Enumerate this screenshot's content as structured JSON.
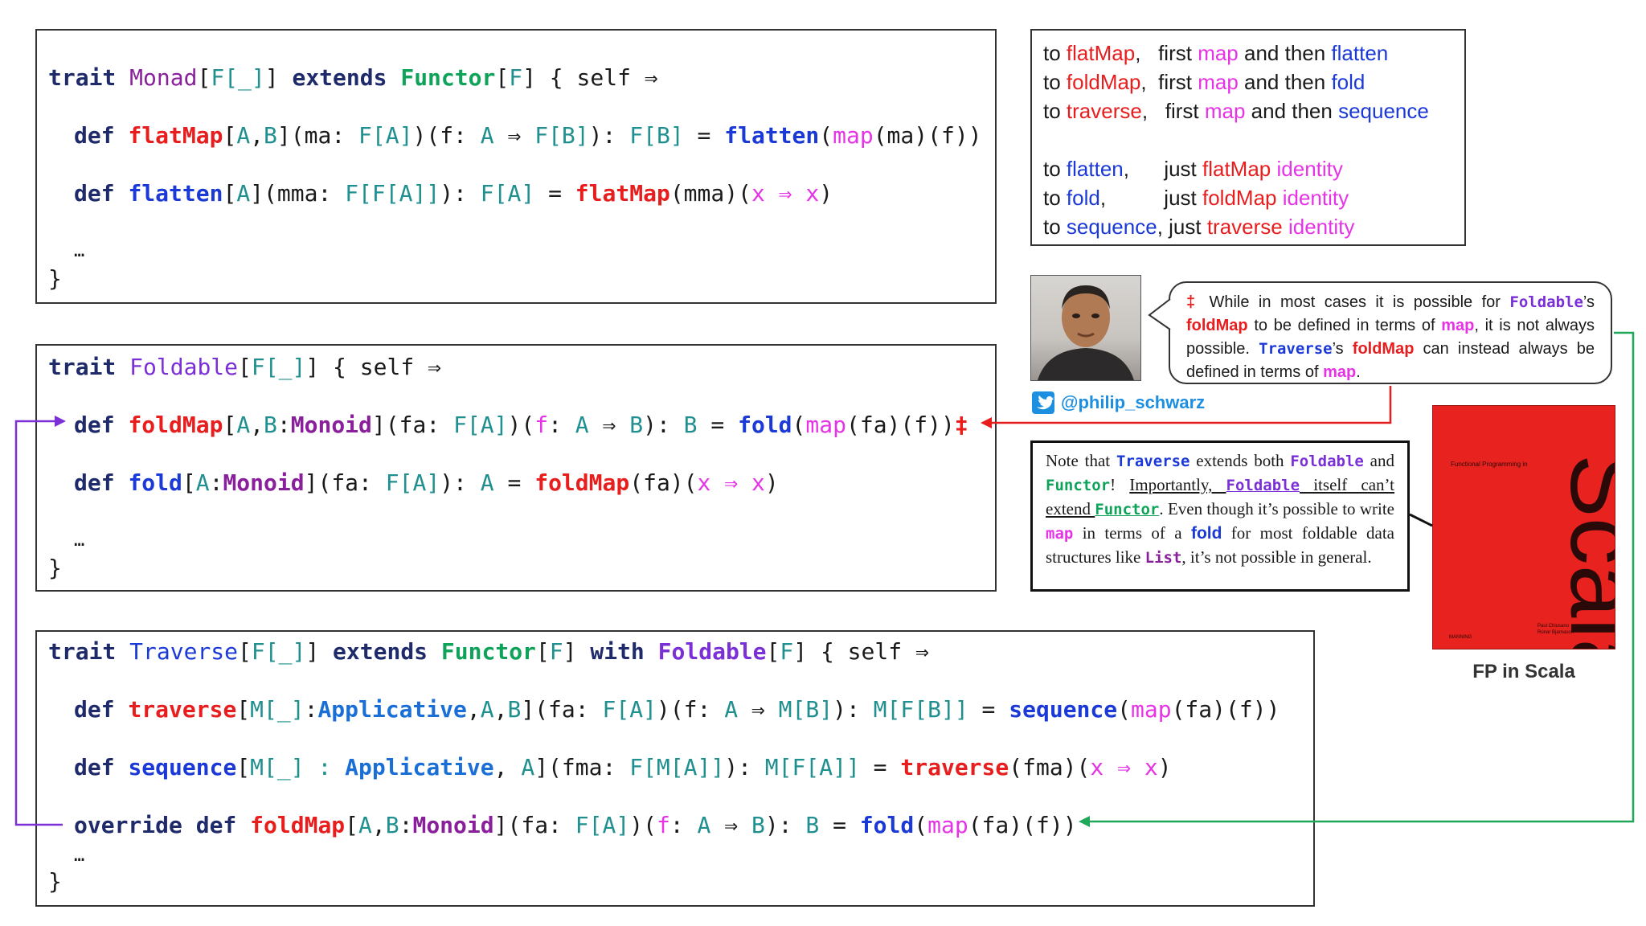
{
  "monad": {
    "l1": [
      "trait",
      "Monad",
      "[",
      "F[_]",
      "] ",
      "extends",
      "Functor",
      "[",
      "F",
      "] { self ⇒"
    ],
    "l2": [
      "def",
      "flatMap",
      "[",
      "A",
      ",",
      "B",
      "](ma: ",
      "F[A]",
      ")(f: ",
      "A",
      " ⇒ ",
      "F[B]",
      "): ",
      "F[B]",
      " = ",
      "flatten",
      "(",
      "map",
      "(ma)(f))"
    ],
    "l3": [
      "def",
      "flatten",
      "[",
      "A",
      "](mma: ",
      "F[F[A]]",
      "): ",
      "F[A]",
      " = ",
      "flatMap",
      "(mma)(",
      "x",
      " ⇒ ",
      "x",
      ")"
    ],
    "ellipsis": "…",
    "close": "}"
  },
  "foldable": {
    "l1": [
      "trait",
      "Foldable",
      "[",
      "F[_]",
      "] { self ⇒"
    ],
    "l2": [
      "def",
      "foldMap",
      "[",
      "A",
      ",",
      "B",
      ":",
      "Monoid",
      "](fa: ",
      "F[A]",
      ")(",
      "f",
      ": ",
      "A",
      " ⇒ ",
      "B",
      "): ",
      "B",
      " = ",
      "fold",
      "(",
      "map",
      "(fa)(f))",
      "‡"
    ],
    "l3": [
      "def",
      "fold",
      "[",
      "A",
      ":",
      "Monoid",
      "](fa: ",
      "F[A]",
      "): ",
      "A",
      " = ",
      "foldMap",
      "(fa)(",
      "x",
      " ⇒ ",
      "x",
      ")"
    ],
    "ellipsis": "…",
    "close": "}"
  },
  "traverse": {
    "l1": [
      "trait",
      "Traverse",
      "[",
      "F[_]",
      "] ",
      "extends",
      "Functor",
      "[",
      "F",
      "] ",
      "with",
      "Foldable",
      "[",
      "F",
      "] { self ⇒"
    ],
    "l2": [
      "def",
      "traverse",
      "[",
      "M[_]",
      ":",
      "Applicative",
      ",",
      "A",
      ",",
      "B",
      "](fa: ",
      "F[A]",
      ")(f: ",
      "A",
      " ⇒ ",
      "M[B]",
      "): ",
      "M[F[B]]",
      " = ",
      "sequence",
      "(",
      "map",
      "(fa)(f))"
    ],
    "l3": [
      "def",
      "sequence",
      "[",
      "M[_] : ",
      "Applicative",
      ", ",
      "A",
      "](fma: ",
      "F[M[A]]",
      "): ",
      "M[F[A]]",
      " = ",
      "traverse",
      "(fma)(",
      "x",
      " ⇒ ",
      "x",
      ")"
    ],
    "l4": [
      "override def",
      "foldMap",
      "[",
      "A",
      ",",
      "B",
      ":",
      "Monoid",
      "](fa: ",
      "F[A]",
      ")(",
      "f",
      ": ",
      "A",
      " ⇒ ",
      "B",
      "): ",
      "B",
      " = ",
      "fold",
      "(",
      "map",
      "(fa)(f))"
    ],
    "ellipsis": "…",
    "close": "}"
  },
  "summary": {
    "r1": [
      "to ",
      "flatMap",
      ",   first ",
      "map",
      " and then ",
      "flatten"
    ],
    "r2": [
      "to ",
      "foldMap",
      ",  first ",
      "map",
      " and then ",
      "fold"
    ],
    "r3": [
      "to ",
      "traverse",
      ",   first ",
      "map",
      " and then ",
      "sequence"
    ],
    "r4": [
      "to ",
      "flatten",
      ",      just ",
      "flatMap",
      " ",
      "identity"
    ],
    "r5": [
      "to ",
      "fold",
      ",          just ",
      "foldMap",
      " ",
      "identity"
    ],
    "r6": [
      "to ",
      "sequence",
      ", just ",
      "traverse",
      " ",
      "identity"
    ]
  },
  "speech": {
    "parts": [
      "‡ ",
      "While in most cases it is possible for ",
      "Foldable",
      "’s ",
      "foldMap",
      " to be defined in terms of ",
      "map",
      ", it is not always possible. ",
      "Traverse",
      "’s ",
      "foldMap",
      " can instead always be defined in terms of ",
      "map",
      "."
    ]
  },
  "author": {
    "handle": "@philip_schwarz"
  },
  "note": {
    "parts": [
      "Note that ",
      "Traverse",
      "  extends both ",
      "Foldable",
      " and ",
      "Functor",
      "! ",
      "Importantly, ",
      "Foldable",
      " itself can’t extend ",
      "Functor",
      ". Even though it’s possible to write ",
      "map",
      " in terms of a ",
      "fold",
      " for most foldable data structures like ",
      "List",
      ", it’s not possible in general."
    ]
  },
  "book": {
    "title": "Scala",
    "subtitle": "Functional Programming in",
    "authors": [
      "Paul Chiusano",
      "Rúnar Bjarnason"
    ],
    "publisher": "MANNING",
    "caption": "FP in Scala"
  },
  "colors": {
    "arrow_red": "#e81d1d",
    "arrow_green": "#1fa85a",
    "arrow_purple": "#7b2fd6",
    "book_red": "#e8221e"
  }
}
